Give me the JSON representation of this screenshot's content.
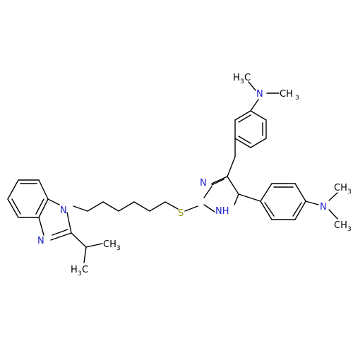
{
  "colors": {
    "bond": "#000000",
    "carbon_label": "#000000",
    "nitrogen": "#1f1fcf",
    "sulfur": "#8c8c00"
  },
  "atom_labels": {
    "nme2_top": {
      "n": "N",
      "methyl_left": "H",
      "methyl_left_c": "C",
      "methyl_left_sub": "3",
      "methyl_right": "CH",
      "methyl_right_sub": "3"
    },
    "nme2_right": {
      "n": "N",
      "methyl_top": "CH",
      "methyl_top_sub": "3",
      "methyl_bottom": "CH",
      "methyl_bottom_sub": "3"
    },
    "imidazole_n": "N",
    "imidazole_nh": "NH",
    "sulfur": "S",
    "benzimidazole_n1": "N",
    "benzimidazole_n3": "N",
    "isopropyl_ch3_right": "CH",
    "isopropyl_ch3_right_sub": "3",
    "isopropyl_h3c_h": "H",
    "isopropyl_h3c_sub": "3",
    "isopropyl_h3c_c": "C"
  }
}
